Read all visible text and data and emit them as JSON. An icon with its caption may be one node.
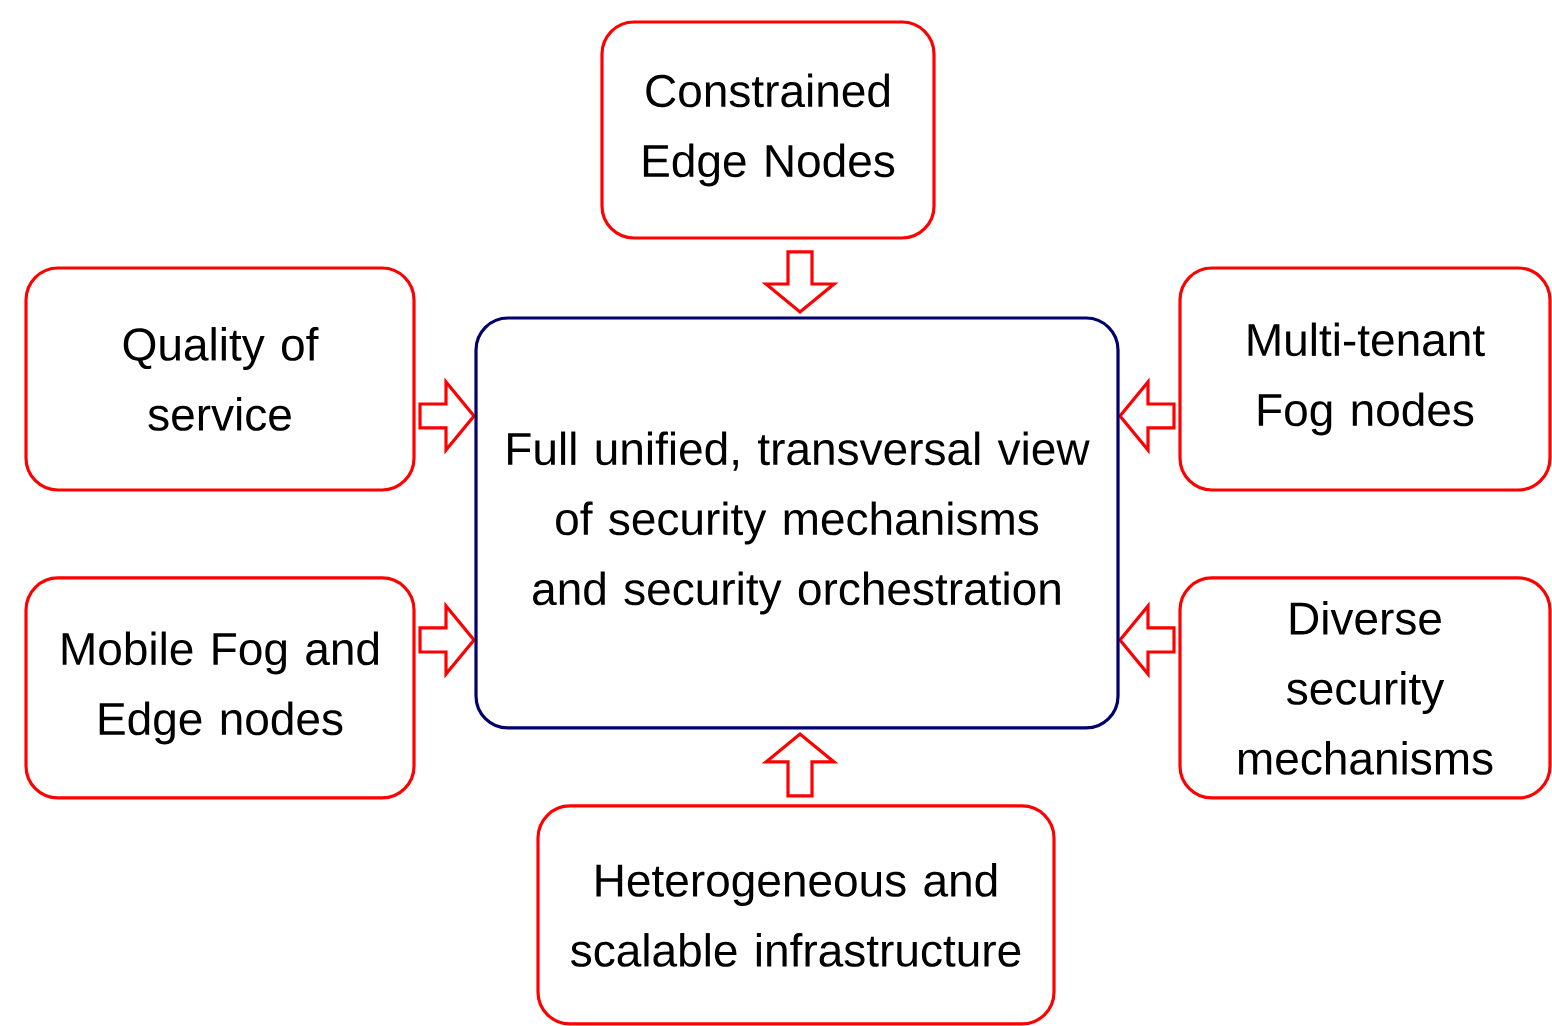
{
  "diagram": {
    "nodes": [
      {
        "text": [
          "Full unified, transversal view of security mechanisms and security orchestration"
        ]
      },
      {
        "text": [
          "Constrained Edge Nodes"
        ]
      },
      {
        "text": [
          "Quality of service"
        ]
      },
      {
        "text": [
          "Multi-tenant Fog nodes"
        ]
      },
      {
        "text": [
          "Mobile Fog and Edge nodes"
        ]
      },
      {
        "text": [
          "Diverse security mechanisms"
        ]
      },
      {
        "text": [
          "Heterogeneous and scalable infrastructure"
        ]
      }
    ],
    "edges": [
      {
        "from": 1,
        "to": 0,
        "arrow": "to"
      },
      {
        "from": 2,
        "to": 0,
        "arrow": "to"
      },
      {
        "from": 3,
        "to": 0,
        "arrow": "to"
      },
      {
        "from": 4,
        "to": 0,
        "arrow": "to"
      },
      {
        "from": 5,
        "to": 0,
        "arrow": "to"
      },
      {
        "from": 6,
        "to": 0,
        "arrow": "to"
      }
    ]
  }
}
